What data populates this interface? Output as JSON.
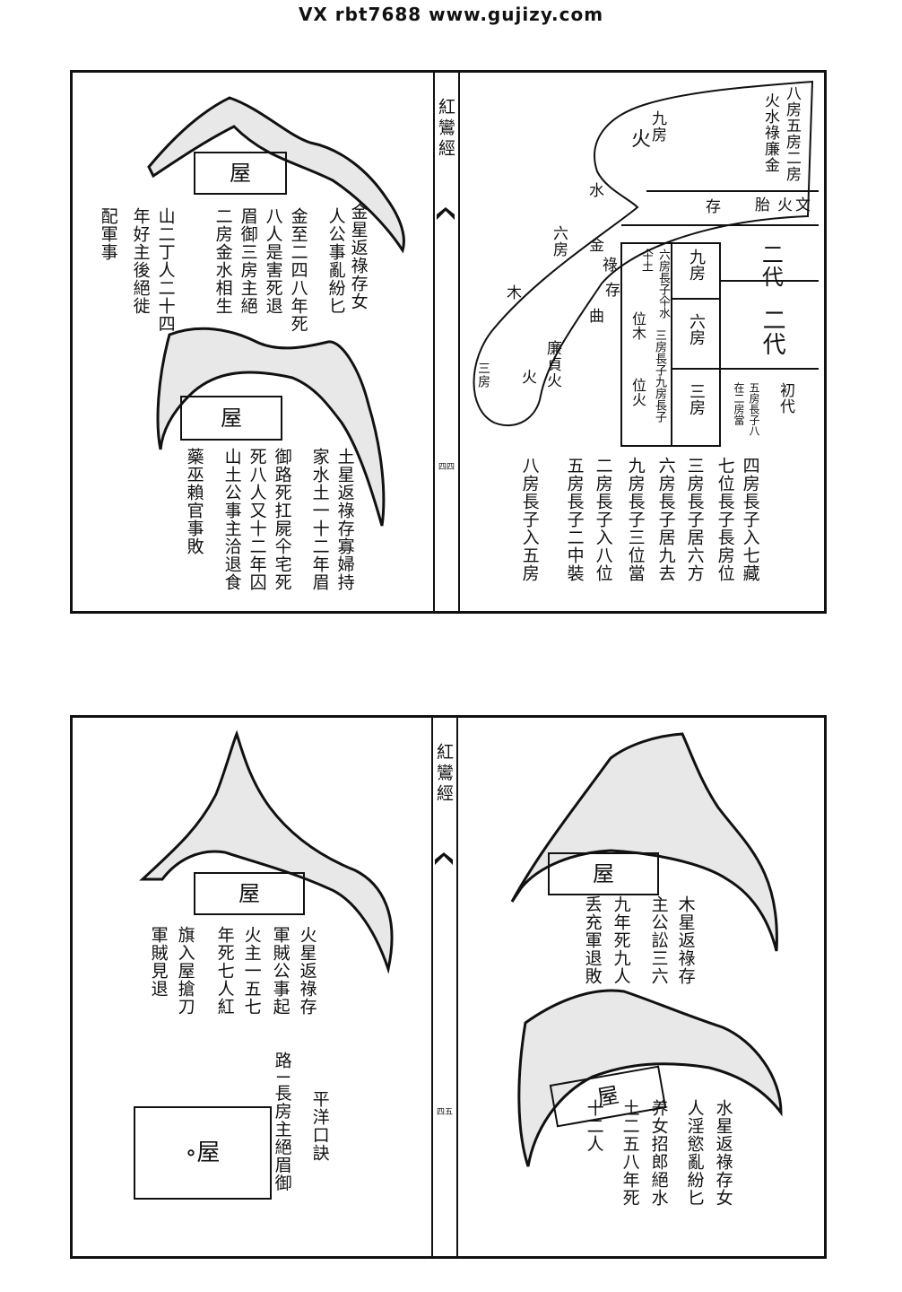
{
  "watermark": "VX rbt7688   www.gujizy.com",
  "book_title": "紅鸞經",
  "page_nums": {
    "top": "四四",
    "bottom": "四五"
  },
  "house_label": "屋",
  "spread1": {
    "left": {
      "cols": [
        "金星返祿存女",
        "人公事亂紛匕",
        "金至二四八年死",
        "八人是害死退",
        "眉御三房主絕",
        "二房金水相生",
        "山二丁人二十四",
        "年好主後絕徙",
        "配軍事"
      ],
      "cols2": [
        "土星返祿存寡婦持",
        "家水土一十二年眉",
        "御路死扛屍仐宅死",
        "死八人又十二年囚",
        "山土公事主洽退食",
        "藥巫賴官事敗"
      ]
    },
    "right": {
      "top_cols": [
        "八房五房二房",
        "火水祿廉金"
      ],
      "band1": [
        "文",
        "火",
        "胎",
        "存"
      ],
      "band_dai": [
        "二代",
        "二代"
      ],
      "chu_dai": "初代",
      "chu_note": "五房長子八在二房當",
      "grid": [
        [
          "九房",
          "六房",
          "三房"
        ],
        [
          "六房長子仐水仐土",
          "三房長子九房長子",
          "位火"
        ]
      ],
      "grid_side": [
        "位木"
      ],
      "curve_labels": [
        "九房",
        "火",
        "水",
        "六房",
        "金",
        "祿",
        "存",
        "木",
        "曲",
        "廉貞火",
        "火",
        "三房"
      ],
      "bottom_cols": [
        "四房長子入七藏",
        "七位長子長房位",
        "三房長子居六方",
        "六房長子居九去",
        "九房長子三位當",
        "二房長子入八位",
        "五房長子二中裝",
        "八房長子入五房"
      ]
    }
  },
  "spread2": {
    "left": {
      "cols": [
        "火星返祿存",
        "軍賊公事起",
        "火主一五七",
        "年死七人紅",
        "旗入屋搶刀",
        "軍賊見退"
      ],
      "kou_title": "平洋口訣",
      "kou_cols": [
        "路ㄧ長房主絕眉御"
      ],
      "lower_house": "∘屋"
    },
    "right": {
      "cols": [
        "木星返祿存",
        "主公訟三六",
        "九年死九人",
        "丢充軍退敗"
      ],
      "cols2": [
        "水星返祿存女",
        "人淫慾亂紛匕",
        "养女招郎絕水",
        "土二五八年死",
        "十二人"
      ]
    }
  }
}
